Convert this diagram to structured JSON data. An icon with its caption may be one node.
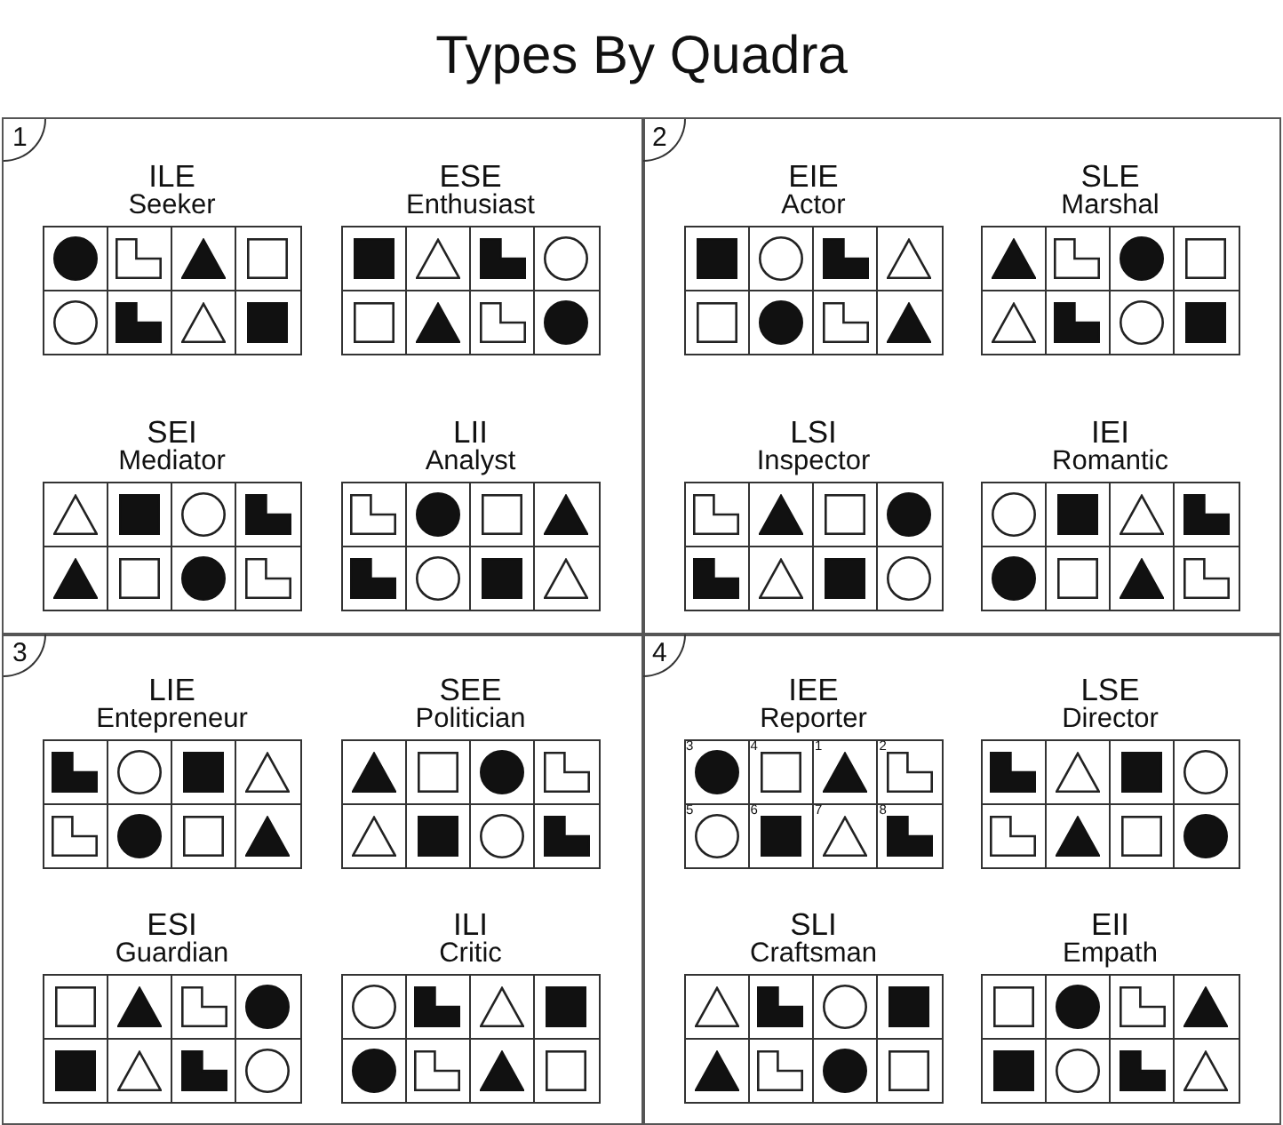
{
  "diagram": {
    "title": "Types By Quadra",
    "nodes": [
      {
        "text": [
          "1"
        ]
      },
      {
        "text": [
          "ILE",
          "Seeker"
        ],
        "in": 0
      },
      {
        "text": [],
        "shape": "box",
        "in": 1
      },
      {
        "text": [],
        "shape": "box",
        "in": 1
      },
      {
        "text": [],
        "shape": "box",
        "in": 1
      },
      {
        "text": [],
        "shape": "box",
        "in": 1
      },
      {
        "text": [],
        "shape": "box",
        "in": 1
      },
      {
        "text": [],
        "shape": "box",
        "in": 1
      },
      {
        "text": [],
        "shape": "box",
        "in": 1
      },
      {
        "text": [],
        "shape": "box",
        "in": 1
      },
      {
        "text": [
          "ESE",
          "Enthusiast"
        ],
        "in": 0
      },
      {
        "text": [],
        "shape": "box",
        "in": 10
      },
      {
        "text": [],
        "shape": "box",
        "in": 10
      },
      {
        "text": [],
        "shape": "box",
        "in": 10
      },
      {
        "text": [],
        "shape": "box",
        "in": 10
      },
      {
        "text": [],
        "shape": "box",
        "in": 10
      },
      {
        "text": [],
        "shape": "box",
        "in": 10
      },
      {
        "text": [],
        "shape": "box",
        "in": 10
      },
      {
        "text": [],
        "shape": "box",
        "in": 10
      },
      {
        "text": [
          "SEI",
          "Mediator"
        ],
        "in": 0
      },
      {
        "text": [],
        "shape": "box",
        "in": 19
      },
      {
        "text": [],
        "shape": "box",
        "in": 19
      },
      {
        "text": [],
        "shape": "box",
        "in": 19
      },
      {
        "text": [],
        "shape": "box",
        "in": 19
      },
      {
        "text": [],
        "shape": "box",
        "in": 19
      },
      {
        "text": [],
        "shape": "box",
        "in": 19
      },
      {
        "text": [],
        "shape": "box",
        "in": 19
      },
      {
        "text": [],
        "shape": "box",
        "in": 19
      },
      {
        "text": [
          "LII",
          "Analyst"
        ],
        "in": 0
      },
      {
        "text": [],
        "shape": "box",
        "in": 28
      },
      {
        "text": [],
        "shape": "box",
        "in": 28
      },
      {
        "text": [],
        "shape": "box",
        "in": 28
      },
      {
        "text": [],
        "shape": "box",
        "in": 28
      },
      {
        "text": [],
        "shape": "box",
        "in": 28
      },
      {
        "text": [],
        "shape": "box",
        "in": 28
      },
      {
        "text": [],
        "shape": "box",
        "in": 28
      },
      {
        "text": [],
        "shape": "box",
        "in": 28
      },
      {
        "text": [
          "2"
        ]
      },
      {
        "text": [
          "EIE",
          "Actor"
        ],
        "in": 37
      },
      {
        "text": [],
        "shape": "box",
        "in": 38
      },
      {
        "text": [],
        "shape": "box",
        "in": 38
      },
      {
        "text": [],
        "shape": "box",
        "in": 38
      },
      {
        "text": [],
        "shape": "box",
        "in": 38
      },
      {
        "text": [],
        "shape": "box",
        "in": 38
      },
      {
        "text": [],
        "shape": "box",
        "in": 38
      },
      {
        "text": [],
        "shape": "box",
        "in": 38
      },
      {
        "text": [],
        "shape": "box",
        "in": 38
      },
      {
        "text": [
          "SLE",
          "Marshal"
        ],
        "in": 37
      },
      {
        "text": [],
        "shape": "box",
        "in": 47
      },
      {
        "text": [],
        "shape": "box",
        "in": 47
      },
      {
        "text": [],
        "shape": "box",
        "in": 47
      },
      {
        "text": [],
        "shape": "box",
        "in": 47
      },
      {
        "text": [],
        "shape": "box",
        "in": 47
      },
      {
        "text": [],
        "shape": "box",
        "in": 47
      },
      {
        "text": [],
        "shape": "box",
        "in": 47
      },
      {
        "text": [],
        "shape": "box",
        "in": 47
      },
      {
        "text": [
          "LSI",
          "Inspector"
        ],
        "in": 37
      },
      {
        "text": [],
        "shape": "box",
        "in": 56
      },
      {
        "text": [],
        "shape": "box",
        "in": 56
      },
      {
        "text": [],
        "shape": "box",
        "in": 56
      },
      {
        "text": [],
        "shape": "box",
        "in": 56
      },
      {
        "text": [],
        "shape": "box",
        "in": 56
      },
      {
        "text": [],
        "shape": "box",
        "in": 56
      },
      {
        "text": [],
        "shape": "box",
        "in": 56
      },
      {
        "text": [],
        "shape": "box",
        "in": 56
      },
      {
        "text": [
          "IEI",
          "Romantic"
        ],
        "in": 37
      },
      {
        "text": [],
        "shape": "box",
        "in": 65
      },
      {
        "text": [],
        "shape": "box",
        "in": 65
      },
      {
        "text": [],
        "shape": "box",
        "in": 65
      },
      {
        "text": [],
        "shape": "box",
        "in": 65
      },
      {
        "text": [],
        "shape": "box",
        "in": 65
      },
      {
        "text": [],
        "shape": "box",
        "in": 65
      },
      {
        "text": [],
        "shape": "box",
        "in": 65
      },
      {
        "text": [],
        "shape": "box",
        "in": 65
      },
      {
        "text": [
          "3"
        ]
      },
      {
        "text": [
          "LIE",
          "Entepreneur"
        ],
        "in": 74
      },
      {
        "text": [],
        "shape": "box",
        "in": 75
      },
      {
        "text": [],
        "shape": "box",
        "in": 75
      },
      {
        "text": [],
        "shape": "box",
        "in": 75
      },
      {
        "text": [],
        "shape": "box",
        "in": 75
      },
      {
        "text": [],
        "shape": "box",
        "in": 75
      },
      {
        "text": [],
        "shape": "box",
        "in": 75
      },
      {
        "text": [],
        "shape": "box",
        "in": 75
      },
      {
        "text": [],
        "shape": "box",
        "in": 75
      },
      {
        "text": [
          "SEE",
          "Politician"
        ],
        "in": 74
      },
      {
        "text": [],
        "shape": "box",
        "in": 84
      },
      {
        "text": [],
        "shape": "box",
        "in": 84
      },
      {
        "text": [],
        "shape": "box",
        "in": 84
      },
      {
        "text": [],
        "shape": "box",
        "in": 84
      },
      {
        "text": [],
        "shape": "box",
        "in": 84
      },
      {
        "text": [],
        "shape": "box",
        "in": 84
      },
      {
        "text": [],
        "shape": "box",
        "in": 84
      },
      {
        "text": [],
        "shape": "box",
        "in": 84
      },
      {
        "text": [
          "ESI",
          "Guardian"
        ],
        "in": 74
      },
      {
        "text": [],
        "shape": "box",
        "in": 93
      },
      {
        "text": [],
        "shape": "box",
        "in": 93
      },
      {
        "text": [],
        "shape": "box",
        "in": 93
      },
      {
        "text": [],
        "shape": "box",
        "in": 93
      },
      {
        "text": [],
        "shape": "box",
        "in": 93
      },
      {
        "text": [],
        "shape": "box",
        "in": 93
      },
      {
        "text": [],
        "shape": "box",
        "in": 93
      },
      {
        "text": [],
        "shape": "box",
        "in": 93
      },
      {
        "text": [
          "ILI",
          "Critic"
        ],
        "in": 74
      },
      {
        "text": [],
        "shape": "box",
        "in": 102
      },
      {
        "text": [],
        "shape": "box",
        "in": 102
      },
      {
        "text": [],
        "shape": "box",
        "in": 102
      },
      {
        "text": [],
        "shape": "box",
        "in": 102
      },
      {
        "text": [],
        "shape": "box",
        "in": 102
      },
      {
        "text": [],
        "shape": "box",
        "in": 102
      },
      {
        "text": [],
        "shape": "box",
        "in": 102
      },
      {
        "text": [],
        "shape": "box",
        "in": 102
      },
      {
        "text": [
          "4"
        ]
      },
      {
        "text": [
          "IEE",
          "Reporter"
        ],
        "in": 111
      },
      {
        "text": [
          "3"
        ],
        "in": 112
      },
      {
        "text": [
          "4"
        ],
        "in": 112
      },
      {
        "text": [
          "1"
        ],
        "in": 112
      },
      {
        "text": [
          "2"
        ],
        "in": 112
      },
      {
        "text": [
          "5"
        ],
        "in": 112
      },
      {
        "text": [
          "6"
        ],
        "in": 112
      },
      {
        "text": [
          "7"
        ],
        "in": 112
      },
      {
        "text": [
          "8"
        ],
        "in": 112
      },
      {
        "text": [
          "LSE",
          "Director"
        ],
        "in": 111
      },
      {
        "text": [],
        "shape": "box",
        "in": 121
      },
      {
        "text": [],
        "shape": "box",
        "in": 121
      },
      {
        "text": [],
        "shape": "box",
        "in": 121
      },
      {
        "text": [],
        "shape": "box",
        "in": 121
      },
      {
        "text": [],
        "shape": "box",
        "in": 121
      },
      {
        "text": [],
        "shape": "box",
        "in": 121
      },
      {
        "text": [],
        "shape": "box",
        "in": 121
      },
      {
        "text": [],
        "shape": "box",
        "in": 121
      },
      {
        "text": [
          "SLI",
          "Craftsman"
        ],
        "in": 111
      },
      {
        "text": [],
        "shape": "box",
        "in": 130
      },
      {
        "text": [],
        "shape": "box",
        "in": 130
      },
      {
        "text": [],
        "shape": "box",
        "in": 130
      },
      {
        "text": [],
        "shape": "box",
        "in": 130
      },
      {
        "text": [],
        "shape": "box",
        "in": 130
      },
      {
        "text": [],
        "shape": "box",
        "in": 130
      },
      {
        "text": [],
        "shape": "box",
        "in": 130
      },
      {
        "text": [],
        "shape": "box",
        "in": 130
      },
      {
        "text": [
          "EII",
          "Empath"
        ],
        "in": 111
      },
      {
        "text": [],
        "shape": "box",
        "in": 139
      },
      {
        "text": [],
        "shape": "box",
        "in": 139
      },
      {
        "text": [],
        "shape": "box",
        "in": 139
      },
      {
        "text": [],
        "shape": "box",
        "in": 139
      },
      {
        "text": [],
        "shape": "box",
        "in": 139
      },
      {
        "text": [],
        "shape": "box",
        "in": 139
      },
      {
        "text": [],
        "shape": "box",
        "in": 139
      },
      {
        "text": [],
        "shape": "box",
        "in": 139
      }
    ]
  }
}
